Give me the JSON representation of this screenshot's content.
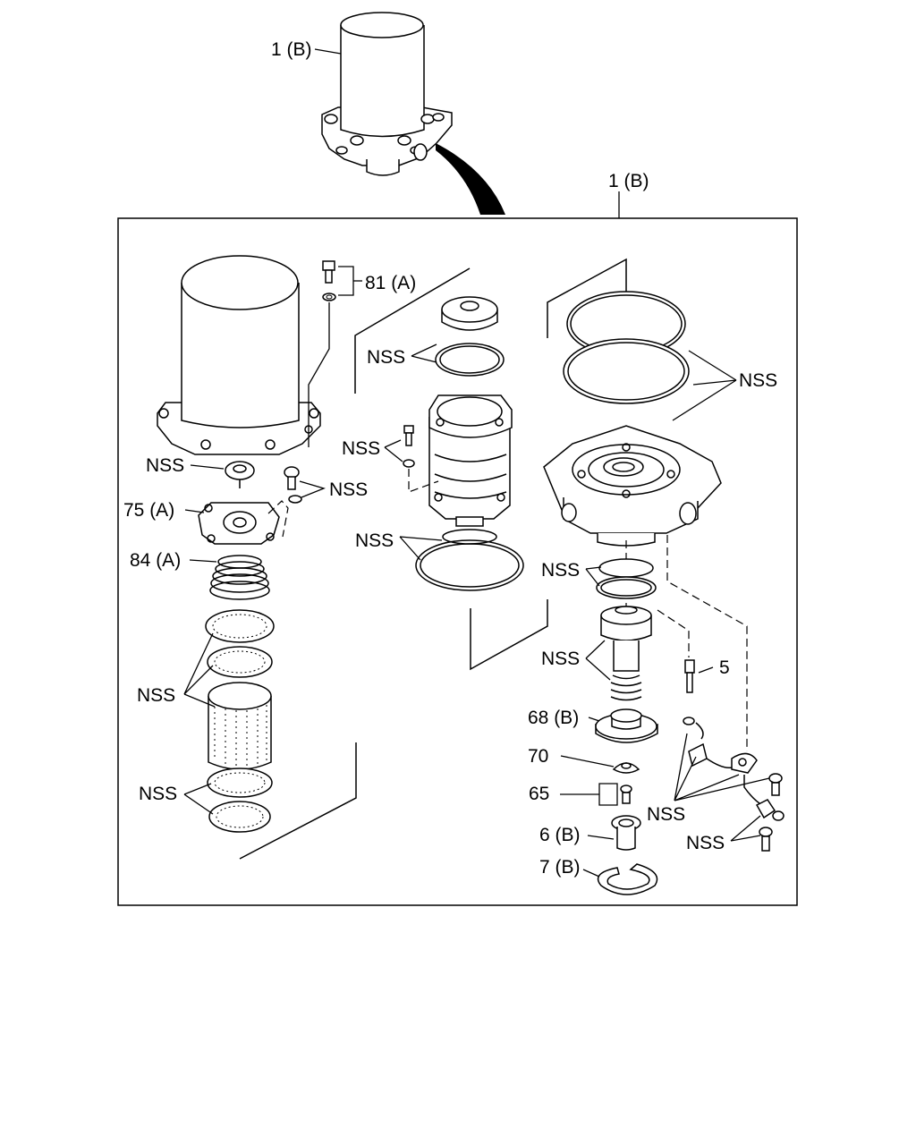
{
  "diagram": {
    "labels": {
      "top_assembly": "1 (B)",
      "kit_header": "1 (B)",
      "bolt_81A": "81 (A)",
      "nss_seal_left_top": "NSS",
      "nss_right_rings": "NSS",
      "nss_mid_bolt": "NSS",
      "nss_left_check": "NSS",
      "nss_left_screw": "NSS",
      "part_75A": "75 (A)",
      "nss_mid_ring": "NSS",
      "part_84A": "84 (A)",
      "nss_right_seal": "NSS",
      "nss_right_piston": "NSS",
      "part_5": "5",
      "nss_cartridge": "NSS",
      "part_68B": "68 (B)",
      "part_70": "70",
      "nss_filter_bottom": "NSS",
      "part_65": "65",
      "nss_heater": "NSS",
      "part_6B": "6 (B)",
      "nss_screws": "NSS",
      "part_7B": "7 (B)"
    },
    "colors": {
      "line": "#000000",
      "background": "#ffffff"
    }
  }
}
